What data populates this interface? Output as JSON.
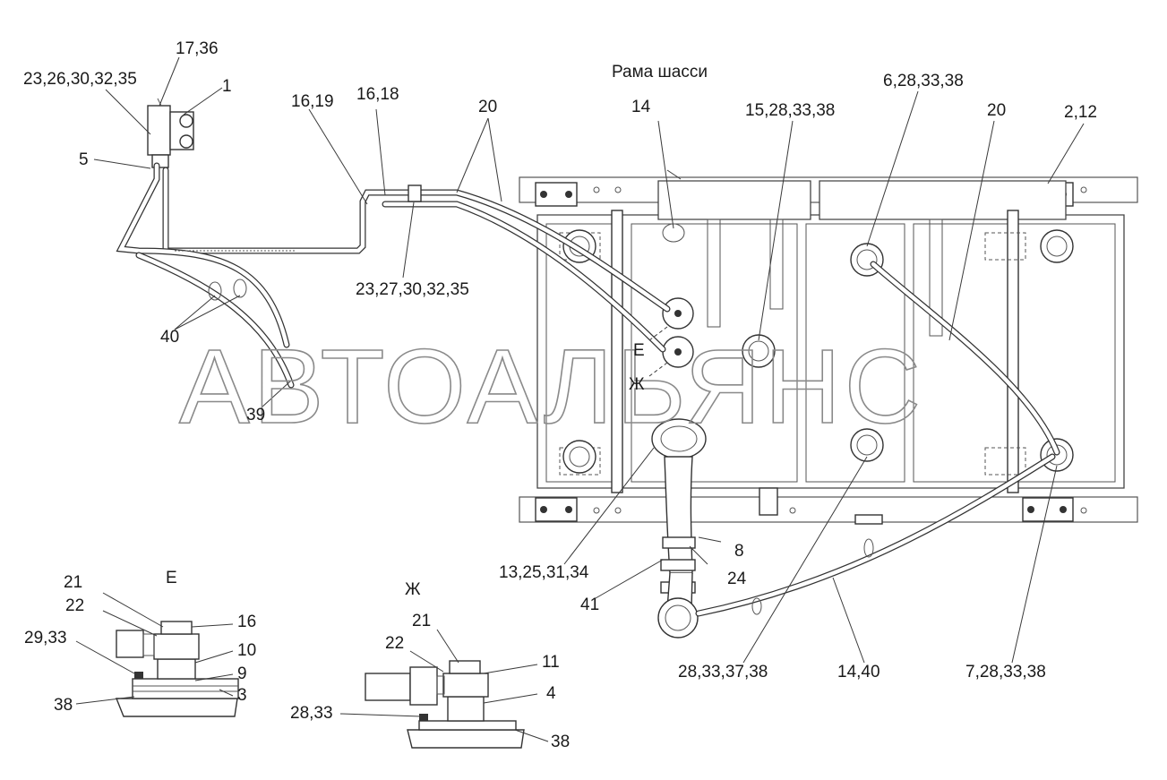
{
  "watermark": "АВТОАЛЬЯНС",
  "frame_label": "Рама шасси",
  "views": {
    "e": "Е",
    "zh": "Ж"
  },
  "callouts": {
    "c_17_36": "17,36",
    "c_23_26": "23,26,30,32,35",
    "c_1": "1",
    "c_5": "5",
    "c_16_19": "16,19",
    "c_16_18": "16,18",
    "c_20_left": "20",
    "c_23_27": "23,27,30,32,35",
    "c_40": "40",
    "c_39": "39",
    "c_14": "14",
    "c_15_28": "15,28,33,38",
    "c_6_28": "6,28,33,38",
    "c_20_right": "20",
    "c_2_12": "2,12",
    "c_e_mark": "Е",
    "c_zh_mark": "Ж",
    "c_8": "8",
    "c_13_25": "13,25,31,34",
    "c_24": "24",
    "c_41": "41",
    "c_28_33_37": "28,33,37,38",
    "c_14_40": "14,40",
    "c_7_28": "7,28,33,38"
  },
  "detail_e": {
    "c21": "21",
    "c22": "22",
    "c16": "16",
    "c29_33": "29,33",
    "c10": "10",
    "c9": "9",
    "c38": "38",
    "c3": "3"
  },
  "detail_zh": {
    "c21": "21",
    "c22": "22",
    "c11": "11",
    "c4": "4",
    "c28_33": "28,33",
    "c38": "38"
  }
}
